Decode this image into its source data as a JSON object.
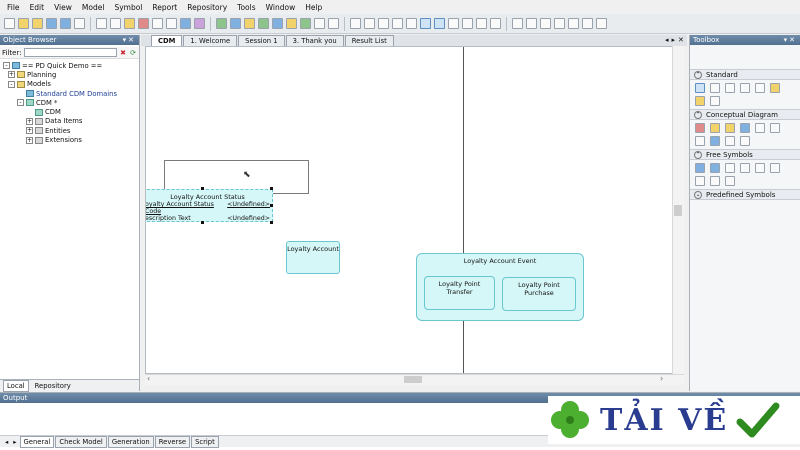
{
  "app": {
    "menu": [
      "File",
      "Edit",
      "View",
      "Model",
      "Symbol",
      "Report",
      "Repository",
      "Tools",
      "Window",
      "Help"
    ]
  },
  "object_browser": {
    "title": "Object Browser",
    "filter_label": "Filter:",
    "tree": [
      {
        "label": "== PD Quick Demo ==",
        "depth": 0,
        "expander": "-",
        "icon": "workspace-icon"
      },
      {
        "label": "Planning",
        "depth": 1,
        "expander": "+",
        "icon": "folder-icon"
      },
      {
        "label": "Models",
        "depth": 1,
        "expander": "-",
        "icon": "folder-icon"
      },
      {
        "label": "Standard CDM Domains",
        "depth": 2,
        "expander": "",
        "icon": "domain-icon",
        "link": true
      },
      {
        "label": "CDM *",
        "depth": 2,
        "expander": "-",
        "icon": "model-icon"
      },
      {
        "label": "CDM",
        "depth": 3,
        "expander": "",
        "icon": "diagram-icon"
      },
      {
        "label": "Data Items",
        "depth": 3,
        "expander": "+",
        "icon": "folder-icon"
      },
      {
        "label": "Entities",
        "depth": 3,
        "expander": "+",
        "icon": "folder-icon"
      },
      {
        "label": "Extensions",
        "depth": 3,
        "expander": "+",
        "icon": "folder-icon"
      }
    ],
    "tabs": [
      "Local",
      "Repository"
    ]
  },
  "document_tabs": [
    "CDM",
    "1. Welcome",
    "Session 1",
    "3. Thank you",
    "Result List"
  ],
  "diagram": {
    "entity_status": {
      "title": "Loyalty Account Status",
      "attributes": [
        {
          "name": "oyalty Account Status Code",
          "type": "<Undefined>",
          "identifier": true
        },
        {
          "name": "escription Text",
          "type": "<Undefined>",
          "identifier": false
        }
      ]
    },
    "entity_account": {
      "title": "Loyalty Account"
    },
    "entity_event": {
      "title": "Loyalty Account Event",
      "subtypes": [
        "Loyalty Point Transfer",
        "Loyalty Point Purchase"
      ]
    }
  },
  "toolbox": {
    "title": "Toolbox",
    "sections": [
      "Standard",
      "Conceptual Diagram",
      "Free Symbols",
      "Predefined Symbols"
    ]
  },
  "output": {
    "title": "Output",
    "tabs": [
      "General",
      "Check Model",
      "Generation",
      "Reverse",
      "Script"
    ]
  },
  "watermark": {
    "text": "TẢI VỀ"
  },
  "colors": {
    "entity_fill": "#d6f7f8",
    "entity_border": "#6ac6cf",
    "panel_header": "#5f7d9c"
  }
}
